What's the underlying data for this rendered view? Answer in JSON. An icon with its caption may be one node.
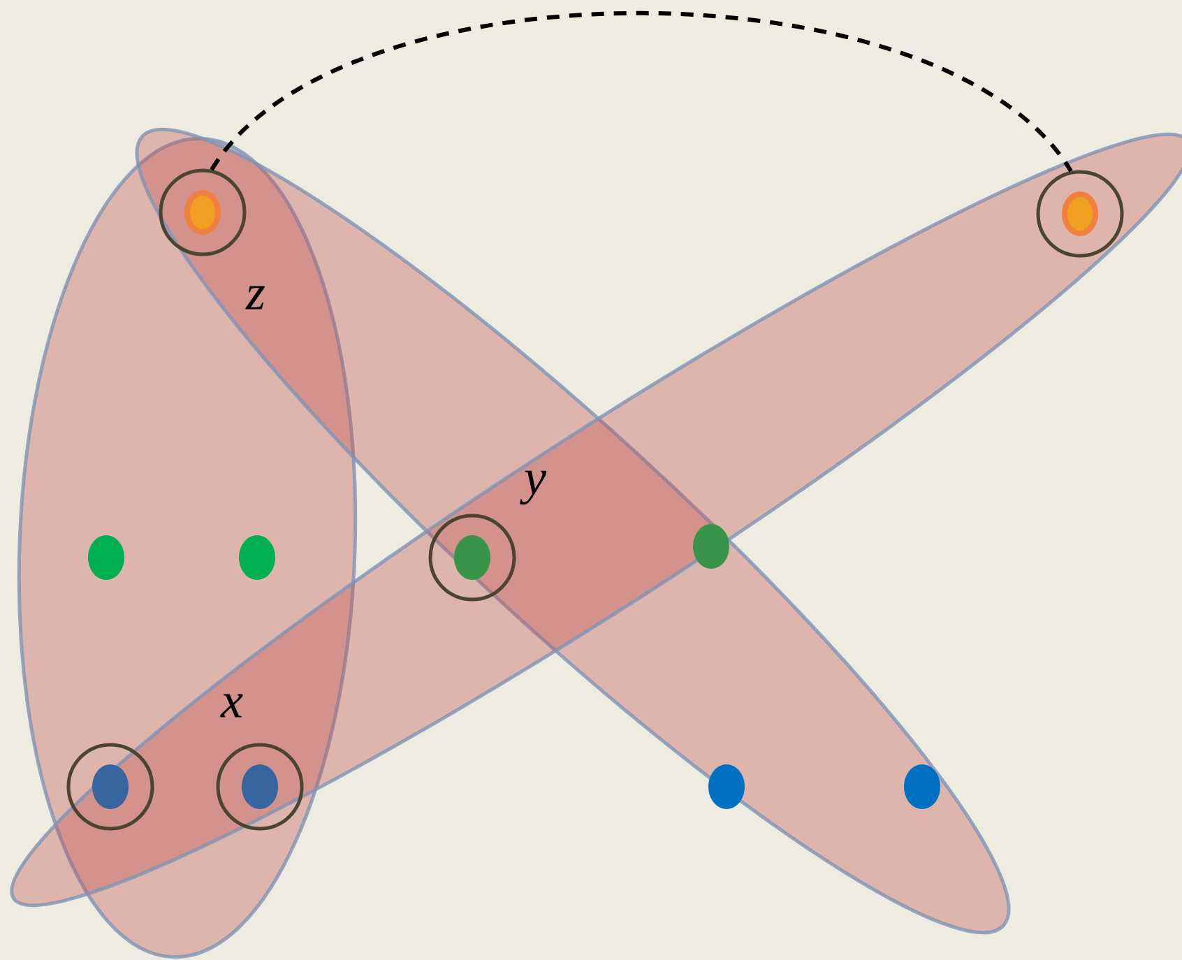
{
  "diagram": {
    "nodes": [
      {
        "text": [],
        "shape": "circle"
      },
      {
        "text": [],
        "shape": "circle"
      },
      {
        "text": [],
        "shape": "circle"
      },
      {
        "text": [],
        "shape": "circle"
      },
      {
        "text": [],
        "shape": "circle"
      }
    ],
    "edges": [
      {
        "from": 0,
        "to": 1,
        "arrow": "none",
        "style": "dashed"
      }
    ],
    "labels": [
      "z",
      "y",
      "x"
    ]
  }
}
